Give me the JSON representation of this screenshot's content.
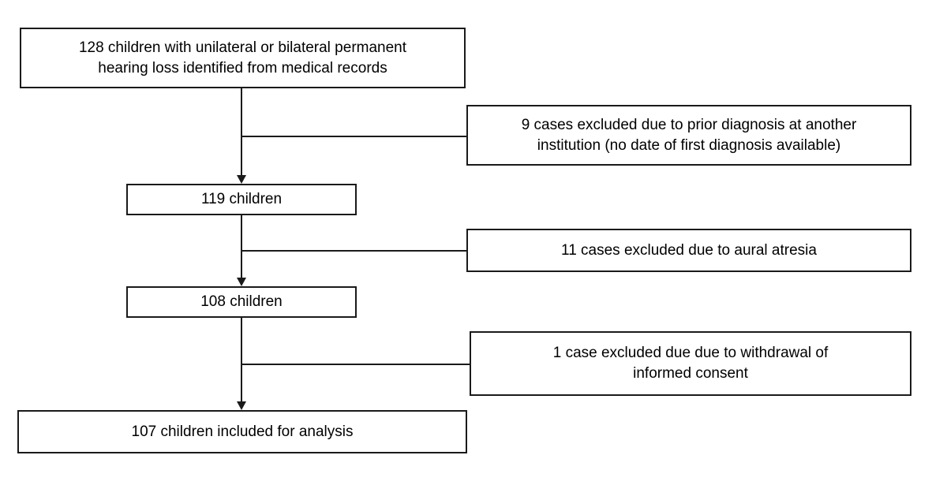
{
  "diagram": {
    "colors": {
      "line": "#1a1a1a",
      "background": "#ffffff",
      "text": "#000000"
    },
    "nodes": {
      "start": {
        "line1": "128 children with unilateral or bilateral permanent",
        "line2": "hearing loss identified from medical records"
      },
      "exclusion1": {
        "line1": "9 cases excluded due to prior diagnosis at another",
        "line2": "institution (no date of first diagnosis available)"
      },
      "step1": {
        "label": "119 children"
      },
      "exclusion2": {
        "label": "11 cases excluded due to aural atresia"
      },
      "step2": {
        "label": "108 children"
      },
      "exclusion3": {
        "line1": "1 case excluded due due to withdrawal of",
        "line2": "informed consent"
      },
      "final": {
        "label": "107 children included for analysis"
      }
    }
  }
}
